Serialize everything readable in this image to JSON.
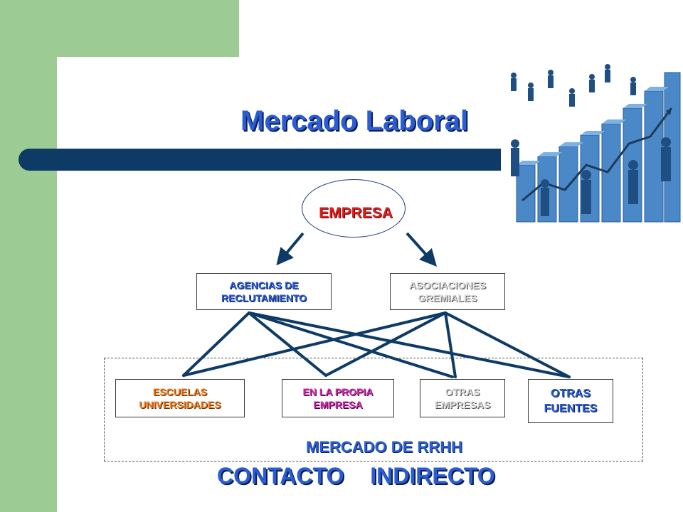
{
  "slide": {
    "title": "Mercado Laboral",
    "subtitle": "CONTACTO INDIRECTO"
  },
  "diagram": {
    "root": "EMPRESA",
    "intermediaries": [
      {
        "id": "agencias",
        "label": "AGENCIAS DE\nRECLUTAMIENTO"
      },
      {
        "id": "asociaciones",
        "label": "ASOCIACIONES\nGREMIALES"
      }
    ],
    "sources": [
      {
        "id": "escuelas",
        "label": "ESCUELAS\nUNIVERSIDADES"
      },
      {
        "id": "propia",
        "label": "EN LA PROPIA\nEMPRESA"
      },
      {
        "id": "otras-empresas",
        "label": "OTRAS\nEMPRESAS"
      },
      {
        "id": "otras-fuentes",
        "label": "OTRAS\nFUENTES"
      }
    ],
    "group_label": "MERCADO DE RRHH",
    "connections": [
      [
        "agencias",
        "escuelas"
      ],
      [
        "agencias",
        "propia"
      ],
      [
        "agencias",
        "otras-empresas"
      ],
      [
        "agencias",
        "otras-fuentes"
      ],
      [
        "asociaciones",
        "escuelas"
      ],
      [
        "asociaciones",
        "propia"
      ],
      [
        "asociaciones",
        "otras-empresas"
      ],
      [
        "asociaciones",
        "otras-fuentes"
      ]
    ]
  },
  "colors": {
    "accent_green": "#9ccc94",
    "navy": "#0d3b66",
    "title_blue": "#2a5cd6",
    "root_red": "#e21e1e",
    "escuelas_orange": "#ee7a1e",
    "propia_magenta": "#d02ca8"
  },
  "image": {
    "icon": "business-people-bar-chart"
  }
}
